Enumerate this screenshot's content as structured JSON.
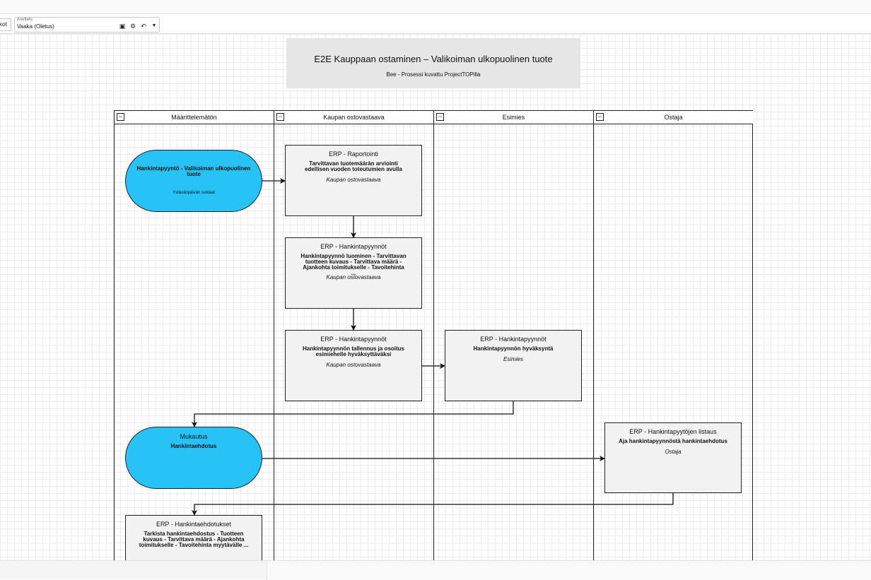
{
  "toolbar": {
    "left_button_label": "kot",
    "layout_caption": "Asettelu",
    "layout_value": "Vaaka (Oletus)"
  },
  "diagram": {
    "title": "E2E Kauppaan ostaminen – Valikoiman ulkopuolinen tuote",
    "subtitle": "Bee - Prosessi kuvattu ProjectTOPilla",
    "lanes": [
      {
        "label": "Määrittelemätön"
      },
      {
        "label": "Kaupan ostovastaava"
      },
      {
        "label": "Esimies"
      },
      {
        "label": "Ostaja"
      }
    ],
    "start_event": {
      "title": "Hankintapyyntö - Valikoiman ulkopuolinen tuote",
      "sub": "Ystävänpäivän suklaat"
    },
    "mid_event": {
      "head": "Mukautus",
      "title": "Hankintaehdotus"
    },
    "tasks": [
      {
        "system": "ERP - Raportointi",
        "desc": "Tarvittavan tuotemäärän arviointi edellisen vuoden toteutumien avulla",
        "role": "Kaupan ostovastaava"
      },
      {
        "system": "ERP - Hankintapyynnöt",
        "desc": "Hankintapyynnö luominen - Tarvittavan tuotteen kuvaus - Tarvittava määrä - Ajankohta toimitukselle - Tavoitehinta ...",
        "role": "Kaupan ostovastaava"
      },
      {
        "system": "ERP - Hankintapyynnöt",
        "desc": "Hankintapyynnön tallennus ja osoitus esimiehelle hyväksyttäväksi",
        "role": "Kaupan ostovastaava"
      },
      {
        "system": "ERP - Hankintapyynnöt",
        "desc": "Hankintapyynnön hyväksyntä",
        "role": "Esimies"
      },
      {
        "system": "ERP - Hankintapyytöjen listaus",
        "desc": "Aja hankintapyynnöstä hankintaehdotus",
        "role": "Ostaja"
      },
      {
        "system": "ERP - Hankintaehdotukset",
        "desc": "Tarkista hankintaehdostus - Tuotteen kuvaus - Tarvittava määrä - Ajankohta toimitukselle - Tavoitehinta myytävälle ...",
        "role": ""
      }
    ],
    "colors": {
      "event_fill": "#27c3f7",
      "task_fill": "#f2f2f2",
      "title_fill": "#e6e6e6"
    }
  }
}
